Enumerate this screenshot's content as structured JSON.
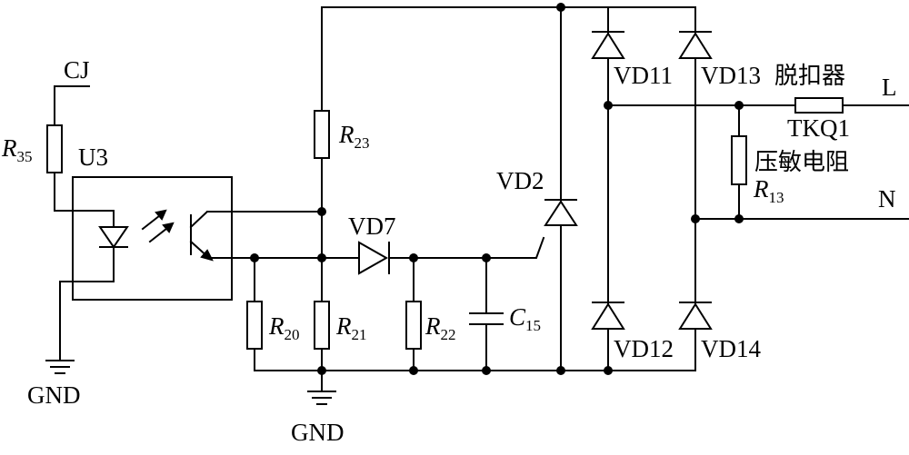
{
  "labels": {
    "cj": "CJ",
    "u3": "U3",
    "gnd_left": "GND",
    "gnd_bottom": "GND",
    "r35": {
      "letter": "R",
      "sub": "35"
    },
    "r23": {
      "letter": "R",
      "sub": "23"
    },
    "r20": {
      "letter": "R",
      "sub": "20"
    },
    "r21": {
      "letter": "R",
      "sub": "21"
    },
    "r22": {
      "letter": "R",
      "sub": "22"
    },
    "c15": {
      "letter": "C",
      "sub": "15"
    },
    "r13": {
      "letter": "R",
      "sub": "13"
    },
    "vd7": "VD7",
    "vd2": "VD2",
    "vd11": "VD11",
    "vd12": "VD12",
    "vd13": "VD13",
    "vd14": "VD14",
    "release": "脱扣器",
    "tkq1": "TKQ1",
    "varistor": "压敏电阻",
    "line_l": "L",
    "line_n": "N"
  }
}
